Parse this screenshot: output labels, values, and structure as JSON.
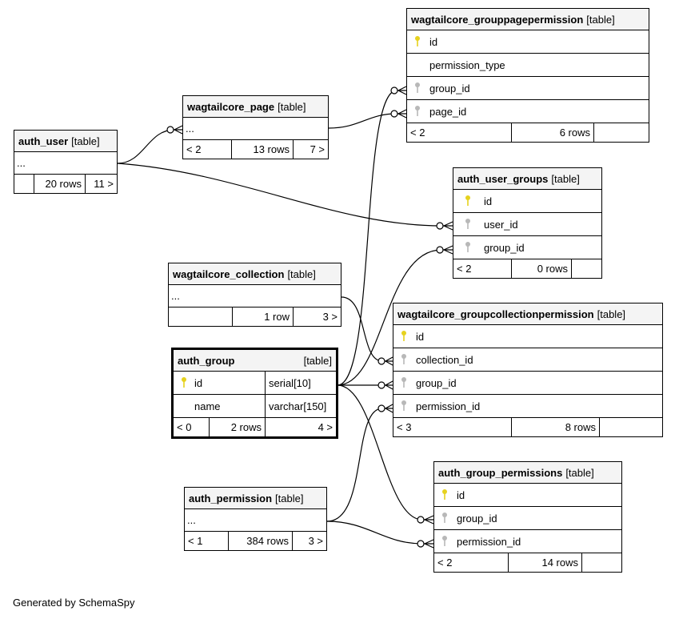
{
  "tables": {
    "grouppagepermission": {
      "name": "wagtailcore_grouppagepermission",
      "kind": "[table]",
      "columns": [
        {
          "name": "id",
          "key": "primary"
        },
        {
          "name": "permission_type",
          "key": "none"
        },
        {
          "name": "group_id",
          "key": "foreign"
        },
        {
          "name": "page_id",
          "key": "foreign"
        }
      ],
      "footer": {
        "parents": "< 2",
        "rows": "6 rows",
        "children": ""
      }
    },
    "page": {
      "name": "wagtailcore_page",
      "kind": "[table]",
      "ellipsis": "...",
      "footer": {
        "parents": "< 2",
        "rows": "13 rows",
        "children": "7 >"
      }
    },
    "auth_user": {
      "name": "auth_user",
      "kind": "[table]",
      "ellipsis": "...",
      "footer": {
        "parents": "",
        "rows": "20 rows",
        "children": "11 >"
      }
    },
    "auth_user_groups": {
      "name": "auth_user_groups",
      "kind": "[table]",
      "columns": [
        {
          "name": "id",
          "key": "primary"
        },
        {
          "name": "user_id",
          "key": "foreign"
        },
        {
          "name": "group_id",
          "key": "foreign"
        }
      ],
      "footer": {
        "parents": "< 2",
        "rows": "0 rows",
        "children": ""
      }
    },
    "collection": {
      "name": "wagtailcore_collection",
      "kind": "[table]",
      "ellipsis": "...",
      "footer": {
        "parents": "",
        "rows": "1 row",
        "children": "3 >"
      }
    },
    "groupcollectionpermission": {
      "name": "wagtailcore_groupcollectionpermission",
      "kind": "[table]",
      "columns": [
        {
          "name": "id",
          "key": "primary"
        },
        {
          "name": "collection_id",
          "key": "foreign"
        },
        {
          "name": "group_id",
          "key": "foreign"
        },
        {
          "name": "permission_id",
          "key": "foreign"
        }
      ],
      "footer": {
        "parents": "< 3",
        "rows": "8 rows",
        "children": ""
      }
    },
    "auth_group": {
      "name": "auth_group",
      "kind": "[table]",
      "columns": [
        {
          "name": "id",
          "type": "serial[10]",
          "key": "primary"
        },
        {
          "name": "name",
          "type": "varchar[150]",
          "key": "none"
        }
      ],
      "footer": {
        "parents": "< 0",
        "rows": "2 rows",
        "children": "4 >"
      }
    },
    "auth_permission": {
      "name": "auth_permission",
      "kind": "[table]",
      "ellipsis": "...",
      "footer": {
        "parents": "< 1",
        "rows": "384 rows",
        "children": "3 >"
      }
    },
    "group_permissions": {
      "name": "auth_group_permissions",
      "kind": "[table]",
      "columns": [
        {
          "name": "id",
          "key": "primary"
        },
        {
          "name": "group_id",
          "key": "foreign"
        },
        {
          "name": "permission_id",
          "key": "foreign"
        }
      ],
      "footer": {
        "parents": "< 2",
        "rows": "14 rows",
        "children": ""
      }
    }
  },
  "caption": "Generated by SchemaSpy",
  "colors": {
    "primary_key": "#e6d21e",
    "foreign_key": "#b8b8b8",
    "header_bg": "#f4f4f4"
  }
}
